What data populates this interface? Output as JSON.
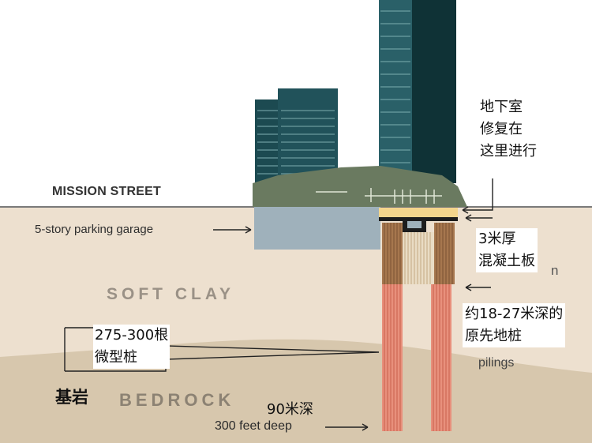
{
  "labels": {
    "mission_street": "MISSION STREET",
    "parking_garage": "5-story parking garage",
    "soft_clay": "SOFT CLAY",
    "bedrock_en": "BEDROCK",
    "depth_en": "300 feet deep",
    "pilings_en": "pilings",
    "partial_en": "n"
  },
  "translations": {
    "basement": [
      "地下室",
      "修复在",
      "这里进行"
    ],
    "slab": [
      "3米厚",
      "混凝土板"
    ],
    "original_piles": [
      "约18-27米深的",
      "原先地桩"
    ],
    "micropiles": [
      "275-300根",
      "微型桩"
    ],
    "bedrock": "基岩",
    "depth": "90米深"
  },
  "colors": {
    "sky": "#ffffff",
    "soft_clay": "#ede0cf",
    "bedrock": "#d7c7ad",
    "tower_teal": "#21525a",
    "tower_dark": "#0f3236",
    "podium_olive": "#6a7a60",
    "garage": "#9fb1bb",
    "slab_yellow": "#f4d58c",
    "pile_brown": "#a6774e",
    "pile_red": "#e8907c",
    "micropile_stripe": "#d8c3a3"
  }
}
